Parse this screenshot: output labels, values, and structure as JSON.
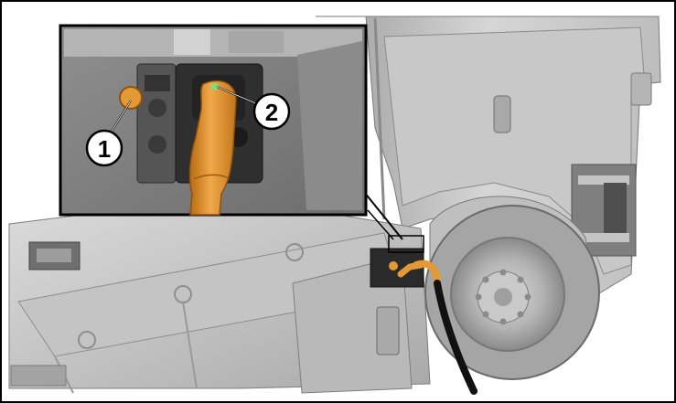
{
  "figure": {
    "type": "technical-illustration",
    "inset_detail": true,
    "callouts": [
      {
        "number": "1",
        "label": "1"
      },
      {
        "number": "2",
        "label": "2"
      }
    ],
    "colors": {
      "background": "#ffffff",
      "truck_body": "#cfcfcf",
      "shadow": "#9a9a9a",
      "charging_connector": "#e39a35",
      "cable": "#111111",
      "frame": "#000000"
    }
  }
}
